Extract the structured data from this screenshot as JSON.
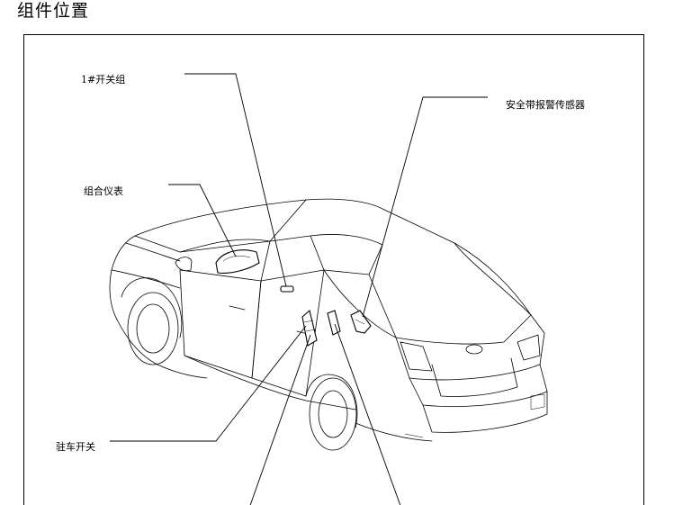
{
  "page": {
    "title": "组件位置"
  },
  "callouts": {
    "switch_group": "1#开关组",
    "seatbelt_sensor": "安全带报警传感器",
    "instrument_cluster": "组合仪表",
    "parking_switch": "驻车开关"
  }
}
